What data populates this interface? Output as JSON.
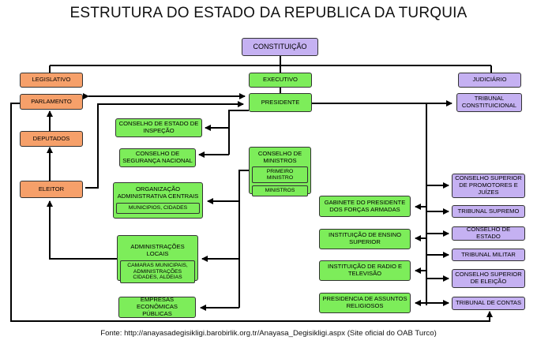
{
  "title": "ESTRUTURA DO ESTADO DA REPUBLICA DA TURQUIA",
  "nodes": {
    "constituicao": "CONSTITUIÇÃO",
    "legislativo": "LEGISLATIVO",
    "executivo": "EXECUTIVO",
    "judiciario": "JUDICIÁRIO",
    "parlamento": "PARLAMENTO",
    "presidente": "PRESIDENTE",
    "tribunal_constitucional": "TRIBUNAL CONSTITUICIONAL",
    "deputados": "DEPUTADOS",
    "eleitor": "ELEITOR",
    "conselho_estado_inspecao": "CONSELHO DE ESTADO DE INSPEÇÃO",
    "conselho_seguranca": "CONSELHO DE SEGURANÇA NACIONAL",
    "conselho_ministros": "CONSELHO DE MINISTROS",
    "primeiro_ministro": "PRIMEIRO MINISTRO",
    "ministros": "MINISTROS",
    "organizacao": "ORGANIZAÇÃO ADMINISTRATIVA CENTRAIS",
    "municipios": "MUNICIPIOS, CIDADES",
    "adm_locais": "ADMINISTRAÇÕES LOCAIS",
    "camaras": "CAMARAS MUNICIPAIS, ADMINISTRAÇÕES CIDADES, ALDEIAS",
    "empresas": "EMPRESAS ECONÔMICAS PÚBLICAS",
    "gabinete": "GABINETE DO PRESIDENTE DOS FORÇAS ARMADAS",
    "ensino": "INSTITUIÇÃO DE ENSINO SUPERIOR",
    "radio": "INSTITUIÇÃO DE RADIO E TELEVISÃO",
    "presidencia_religiosos": "PRESIDENCIA DE ASSUNTOS RELIGIOSOS",
    "conselho_promotores": "CONSELHO SUPERIOR DE PROMOTORES E JUÍZES",
    "tribunal_supremo": "TRIBUNAL SUPREMO",
    "conselho_estado": "CONSELHO DE ESTADO",
    "tribunal_militar": "TRIBUNAL MILITAR",
    "conselho_eleicao": "CONSELHO SUPERIOR DE ELEIÇÃO",
    "tribunal_contas": "TRIBUNAL DE CONTAS"
  },
  "colors": {
    "legislative": "#f6a06a",
    "executive": "#7ded5a",
    "judiciary": "#c5b1f2"
  },
  "source": "Fonte: http://anayasadegisikligi.barobirlik.org.tr/Anayasa_Degisikligi.aspx (Site oficial do OAB Turco)"
}
